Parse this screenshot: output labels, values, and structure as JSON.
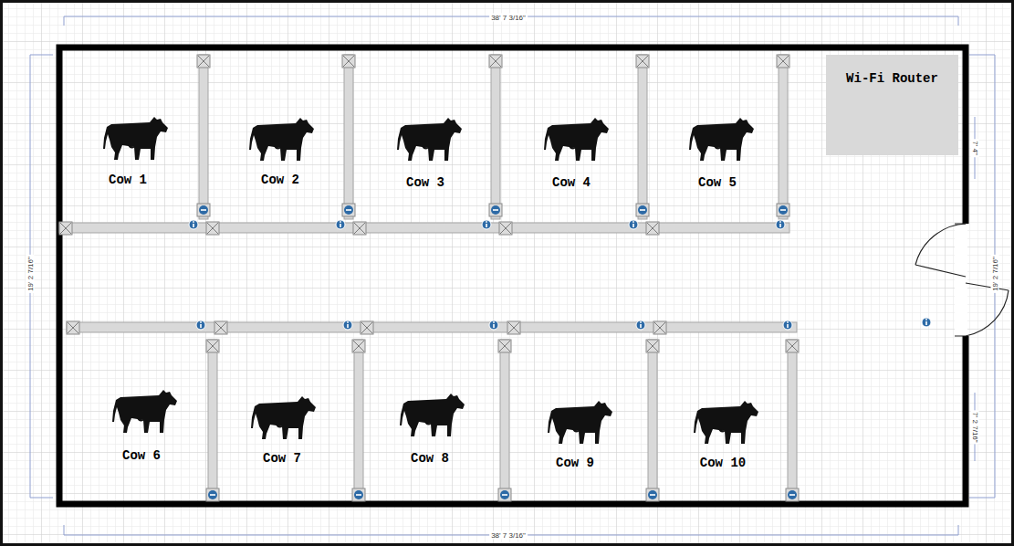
{
  "diagram": {
    "nodes": [
      {
        "text": [
          "Wi-Fi Router"
        ]
      }
    ],
    "labels": [
      "38' 7 3/16\"",
      "38' 7 3/16\"",
      "19' 2 7/16\"",
      "7' 4\"",
      "19' 2 7/16\"",
      "7' 2 7/16\"",
      "Cow 1",
      "Cow 2",
      "Cow 3",
      "Cow 4",
      "Cow 5",
      "Cow 6",
      "Cow 7",
      "Cow 8",
      "Cow 9",
      "Cow 10"
    ]
  }
}
